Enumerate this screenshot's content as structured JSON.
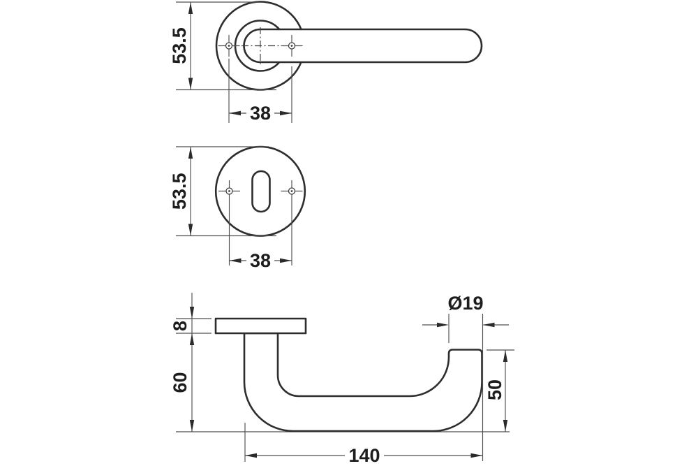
{
  "drawing": {
    "type": "technical-drawing",
    "subject": "door-lever-handle-with-round-rose-and-keyhole-escutcheon",
    "units": "mm",
    "colors": {
      "background": "#ffffff",
      "outline": "#2d2d2d",
      "dimension_lines": "#4f4f4f",
      "text": "#1d1d1d"
    },
    "views": {
      "lever_front": {
        "description": "front view of lever handle on round rose",
        "rose_height": "53.5",
        "hole_spacing": "38"
      },
      "escutcheon_front": {
        "description": "front view of keyhole escutcheon",
        "rose_height": "53.5",
        "hole_spacing": "38"
      },
      "handle_side": {
        "description": "side profile of lever handle",
        "rose_thickness": "8",
        "projection": "60",
        "grip_diameter": "Ø19",
        "end_height": "50",
        "length": "140"
      }
    }
  }
}
